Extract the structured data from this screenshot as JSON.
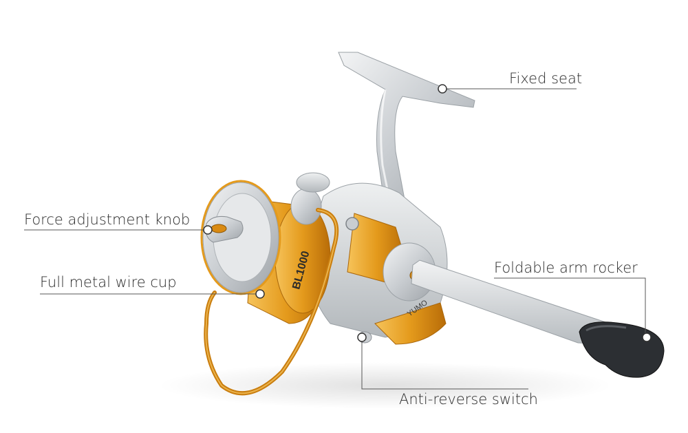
{
  "labels": {
    "fixed_seat": "Fixed seat",
    "force_adjustment_knob": "Force adjustment knob",
    "full_metal_wire_cup": "Full metal wire cup",
    "foldable_arm_rocker": "Foldable arm rocker",
    "anti_reverse_switch": "Anti-reverse switch"
  },
  "product": {
    "model_text": "BL1000",
    "brand_text": "YUMO",
    "accent_color": "#d98a12",
    "body_color": "#d7dadd"
  }
}
